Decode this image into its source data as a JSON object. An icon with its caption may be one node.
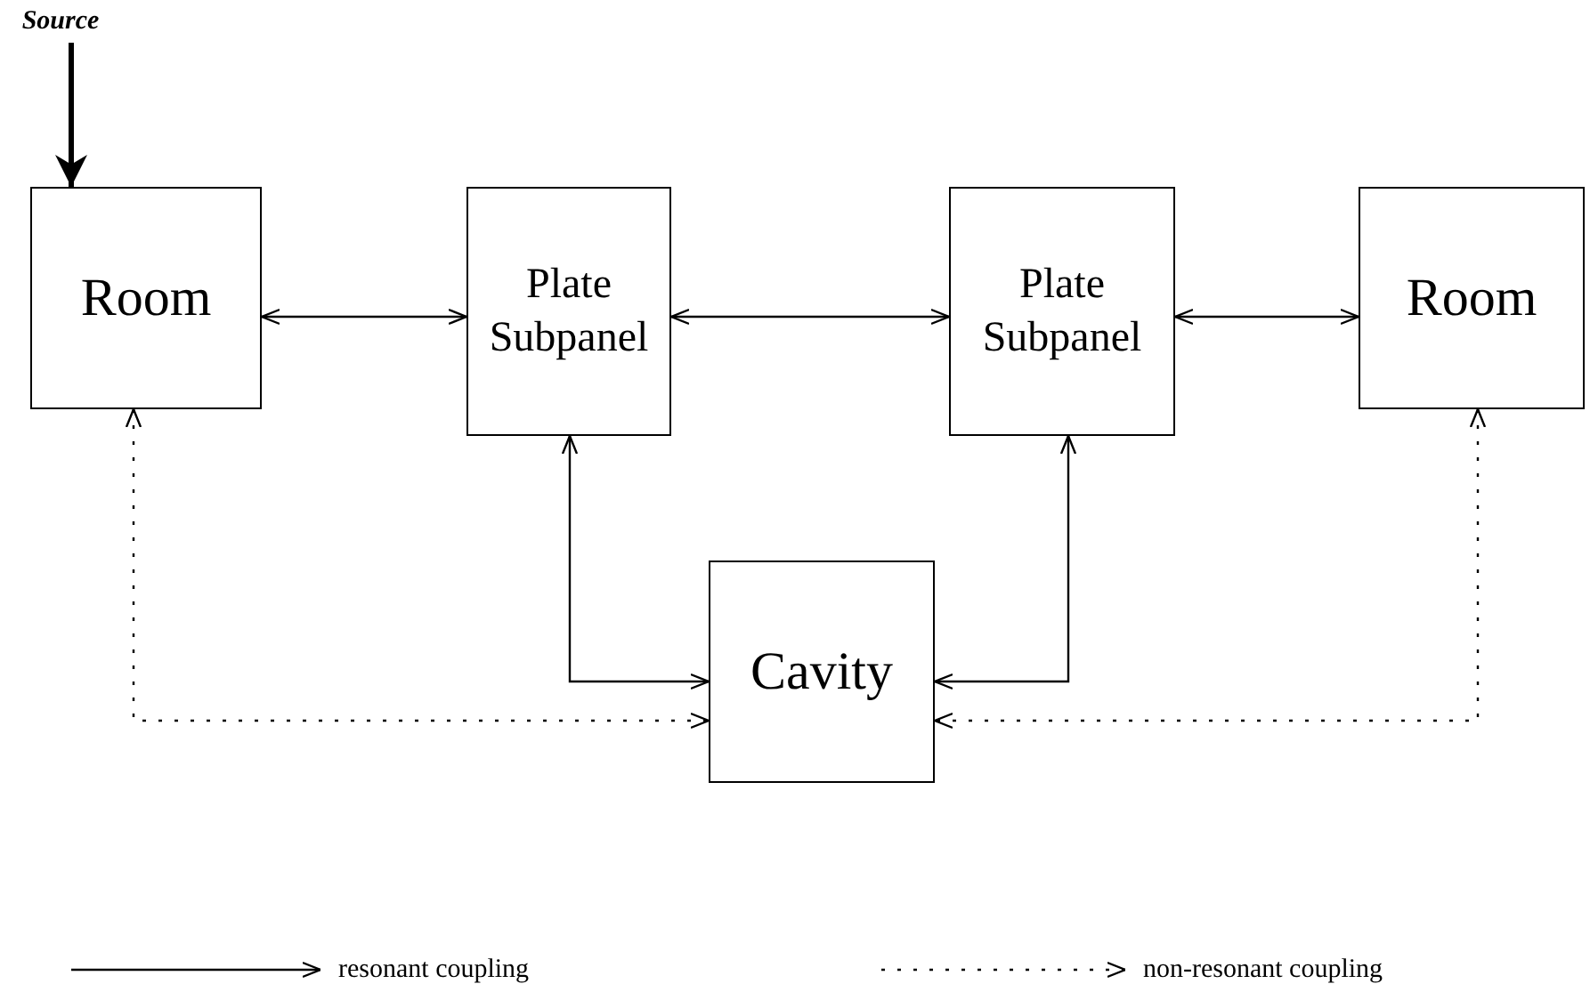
{
  "diagram": {
    "nodes": [
      {
        "text": [
          "Source"
        ]
      },
      {
        "text": [
          "Room"
        ]
      },
      {
        "text": [
          "Plate Subpanel"
        ]
      },
      {
        "text": [
          "Plate Subpanel"
        ]
      },
      {
        "text": [
          "Room"
        ]
      },
      {
        "text": [
          "Cavity"
        ]
      }
    ],
    "edges": [
      {
        "from": 0,
        "to": 1,
        "arrow": "to",
        "style": "thick"
      },
      {
        "from": 1,
        "to": 2,
        "arrow": "both"
      },
      {
        "from": 2,
        "to": 3,
        "arrow": "both"
      },
      {
        "from": 3,
        "to": 4,
        "arrow": "both"
      },
      {
        "from": 2,
        "to": 5,
        "arrow": "both"
      },
      {
        "from": 3,
        "to": 5,
        "arrow": "both"
      },
      {
        "from": 1,
        "to": 5,
        "arrow": "both",
        "style": "dashed"
      },
      {
        "from": 4,
        "to": 5,
        "arrow": "both",
        "style": "dashed"
      }
    ],
    "legend": [
      {
        "text": "resonant coupling"
      },
      {
        "text": "non-resonant coupling"
      }
    ]
  }
}
